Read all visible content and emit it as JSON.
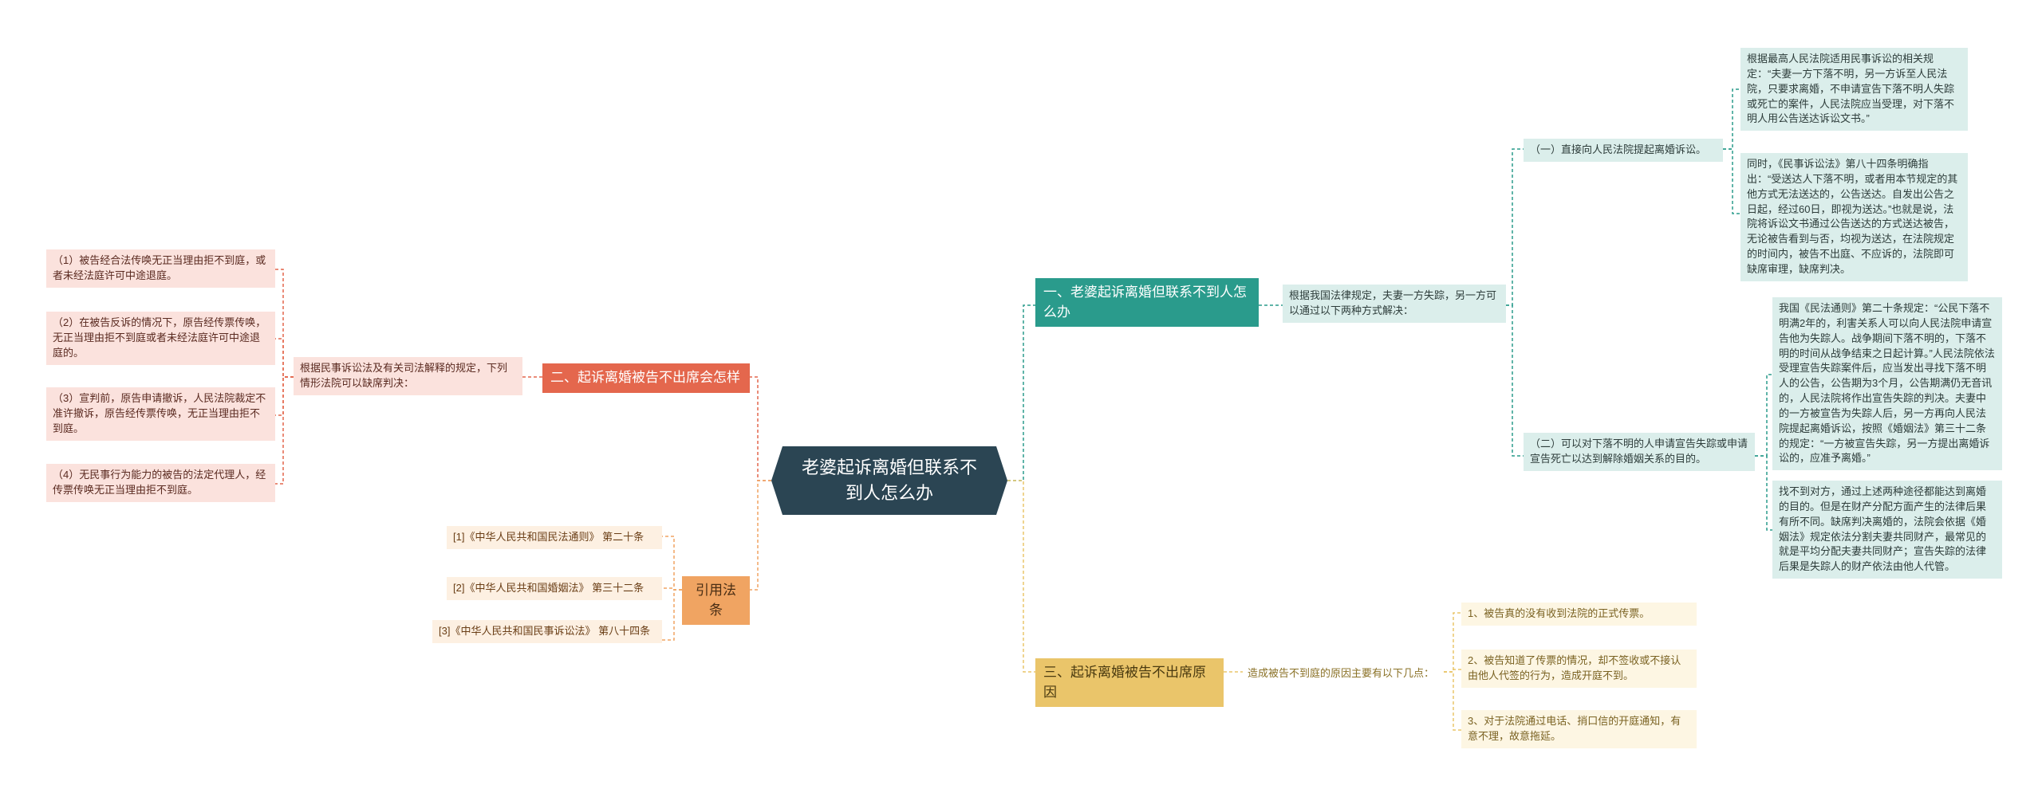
{
  "center": "老婆起诉离婚但联系不到人怎么办",
  "branch1": {
    "title": "一、老婆起诉离婚但联系不到人怎么办",
    "sub": "根据我国法律规定，夫妻一方失踪，另一方可以通过以下两种方式解决：",
    "way1": {
      "title": "（一）直接向人民法院提起离婚诉讼。",
      "notes": [
        "根据最高人民法院适用民事诉讼的相关规定：“夫妻一方下落不明，另一方诉至人民法院，只要求离婚，不申请宣告下落不明人失踪或死亡的案件，人民法院应当受理，对下落不明人用公告送达诉讼文书。”",
        "同时，《民事诉讼法》第八十四条明确指出：“受送达人下落不明，或者用本节规定的其他方式无法送达的，公告送达。自发出公告之日起，经过60日，即视为送达。”也就是说，法院将诉讼文书通过公告送达的方式送达被告，无论被告看到与否，均视为送达，在法院规定的时间内，被告不出庭、不应诉的，法院即可缺席审理，缺席判决。"
      ]
    },
    "way2": {
      "title": "（二）可以对下落不明的人申请宣告失踪或申请宣告死亡以达到解除婚姻关系的目的。",
      "notes": [
        "我国《民法通则》第二十条规定：“公民下落不明满2年的，利害关系人可以向人民法院申请宣告他为失踪人。战争期间下落不明的，下落不明的时间从战争结束之日起计算。”人民法院依法受理宣告失踪案件后，应当发出寻找下落不明人的公告，公告期为3个月，公告期满仍无音讯的，人民法院将作出宣告失踪的判决。夫妻中的一方被宣告为失踪人后，另一方再向人民法院提起离婚诉讼，按照《婚姻法》第三十二条的规定：“一方被宣告失踪，另一方提出离婚诉讼的，应准予离婚。”",
        "找不到对方，通过上述两种途径都能达到离婚的目的。但是在财产分配方面产生的法律后果有所不同。缺席判决离婚的，法院会依据《婚姻法》规定依法分割夫妻共同财产，最常见的就是平均分配夫妻共同财产；宣告失踪的法律后果是失踪人的财产依法由他人代管。"
      ]
    }
  },
  "branch2": {
    "title": "二、起诉离婚被告不出席会怎样",
    "sub": "根据民事诉讼法及有关司法解释的规定，下列情形法院可以缺席判决：",
    "items": [
      "（1）被告经合法传唤无正当理由拒不到庭，或者未经法庭许可中途退庭。",
      "（2）在被告反诉的情况下，原告经传票传唤，无正当理由拒不到庭或者未经法庭许可中途退庭的。",
      "（3）宣判前，原告申请撤诉，人民法院裁定不准许撤诉，原告经传票传唤，无正当理由拒不到庭。",
      "（4）无民事行为能力的被告的法定代理人，经传票传唤无正当理由拒不到庭。"
    ]
  },
  "branch3": {
    "title": "引用法条",
    "items": [
      "[1]《中华人民共和国民法通则》 第二十条",
      "[2]《中华人民共和国婚姻法》 第三十二条",
      "[3]《中华人民共和国民事诉讼法》 第八十四条"
    ]
  },
  "branch4": {
    "title": "三、起诉离婚被告不出席原因",
    "sub": "造成被告不到庭的原因主要有以下几点：",
    "items": [
      "1、被告真的没有收到法院的正式传票。",
      "2、被告知道了传票的情况，却不签收或不接认由他人代签的行为，造成开庭不到。",
      "3、对于法院通过电话、捎口信的开庭通知，有意不理，故意拖延。"
    ]
  },
  "colors": {
    "center": "#2b4553",
    "teal": "#2a9b8c",
    "red": "#e4674d",
    "orange": "#f0a462",
    "yellow": "#eac56a"
  }
}
